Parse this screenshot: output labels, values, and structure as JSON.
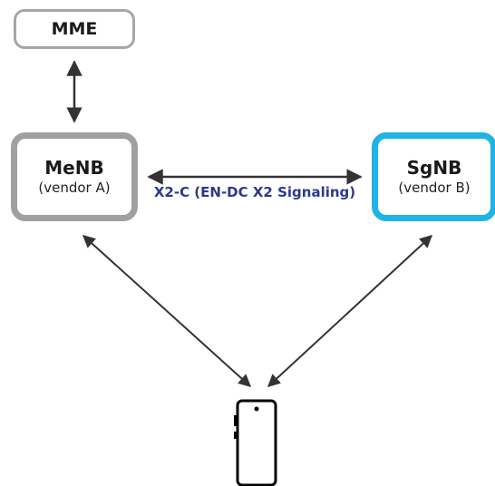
{
  "nodes": {
    "mme": {
      "label": "MME"
    },
    "menb": {
      "label": "MeNB",
      "sublabel": "(vendor A)"
    },
    "sgnb": {
      "label": "SgNB",
      "sublabel": "(vendor B)"
    }
  },
  "links": {
    "x2c_label": "X2-C (EN-DC X2 Signaling)"
  },
  "icons": {
    "ue": "smartphone-icon"
  },
  "colors": {
    "menb_border": "#a0a0a0",
    "sgnb_border": "#1eb4e6",
    "mme_border": "#a6a6a6",
    "link_label": "#2b3a8c",
    "arrow": "#333333"
  }
}
